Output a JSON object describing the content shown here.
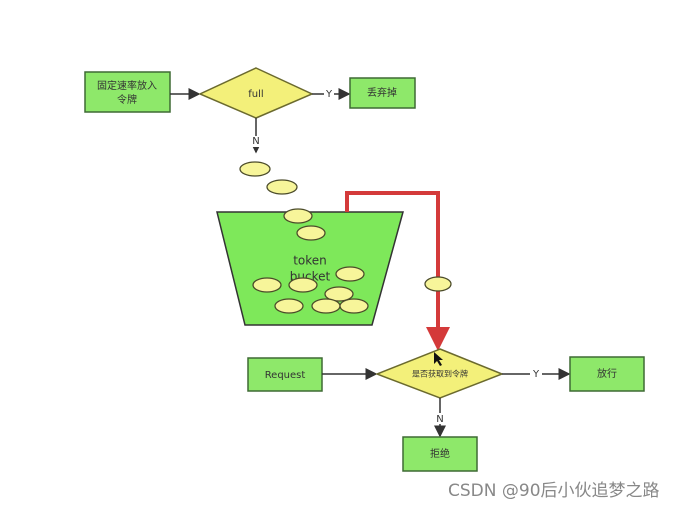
{
  "nodes": {
    "put_tokens": {
      "line1": "固定速率放入",
      "line2": "令牌"
    },
    "full_check": "full",
    "discard": "丢弃掉",
    "bucket": {
      "line1": "token",
      "line2": "bucket"
    },
    "request": "Request",
    "got_token_check": "是否获取到令牌",
    "pass": "放行",
    "reject": "拒绝"
  },
  "edges": {
    "yes": "Y",
    "no": "N"
  },
  "colors": {
    "box": "#8ee86a",
    "decision": "#f3f07a",
    "bucket": "#7ee85a",
    "token_flow": "#d43a3a"
  },
  "watermark": "CSDN @90后小伙追梦之路"
}
